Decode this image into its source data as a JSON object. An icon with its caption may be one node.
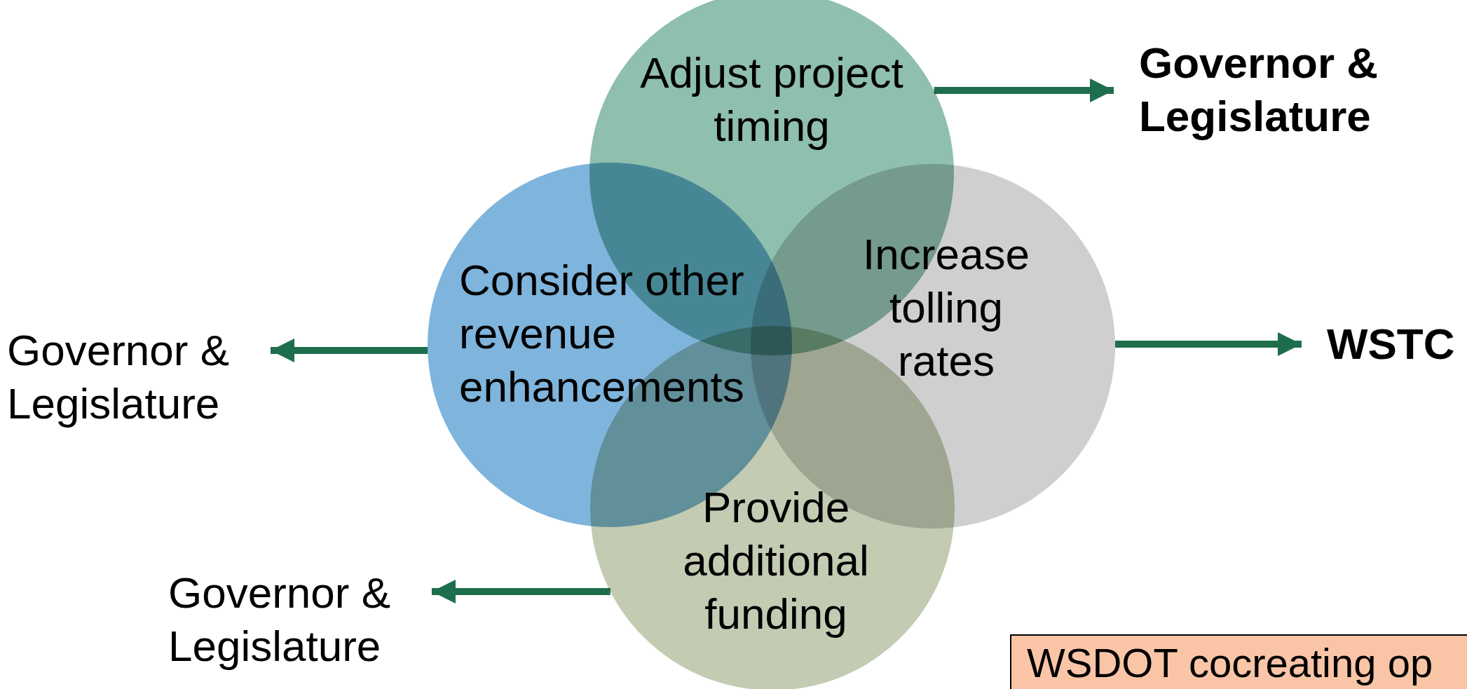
{
  "diagram": {
    "nodes": [
      {
        "text": [
          "Adjust project timing"
        ]
      },
      {
        "text": [
          "Consider other revenue enhancements"
        ]
      },
      {
        "text": [
          "Increase tolling rates"
        ]
      },
      {
        "text": [
          "Provide additional funding"
        ]
      },
      {
        "text": [
          "Governor & Legislature"
        ]
      },
      {
        "text": [
          "WSTC"
        ]
      },
      {
        "text": [
          "Governor & Legislature"
        ]
      },
      {
        "text": [
          "Governor & Legislature"
        ]
      },
      {
        "text": [
          "WSDOT cocreating op"
        ]
      }
    ],
    "edges": [
      {
        "from": 0,
        "to": 4,
        "arrow": "to"
      },
      {
        "from": 2,
        "to": 5,
        "arrow": "to"
      },
      {
        "from": 1,
        "to": 6,
        "arrow": "to"
      },
      {
        "from": 3,
        "to": 7,
        "arrow": "to"
      }
    ]
  }
}
